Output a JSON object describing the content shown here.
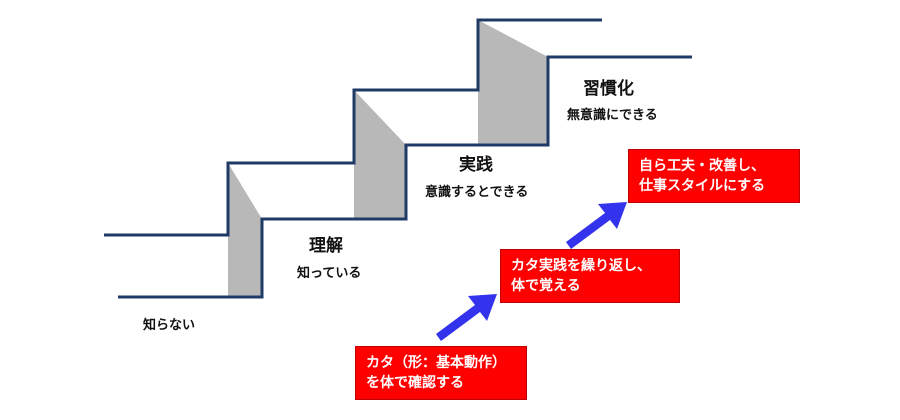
{
  "stages": [
    {
      "title": "",
      "sub": "知らない"
    },
    {
      "title": "理解",
      "sub": "知っている"
    },
    {
      "title": "実践",
      "sub": "意識するとできる"
    },
    {
      "title": "習慣化",
      "sub": "無意識にできる"
    }
  ],
  "boxes": [
    {
      "line1": "カタ（形：基本動作）",
      "line2": "を体で確認する"
    },
    {
      "line1": "カタ実践を繰り返し、",
      "line2": "体で覚える"
    },
    {
      "line1": "自ら工夫・改善し、",
      "line2": "仕事スタイルにする"
    }
  ],
  "colors": {
    "stair_line": "#1f3a66",
    "riser_shade": "#b8b8b8",
    "box_fill": "#ff0000",
    "box_text": "#ffffff",
    "arrow_fill": "#3333ee"
  }
}
